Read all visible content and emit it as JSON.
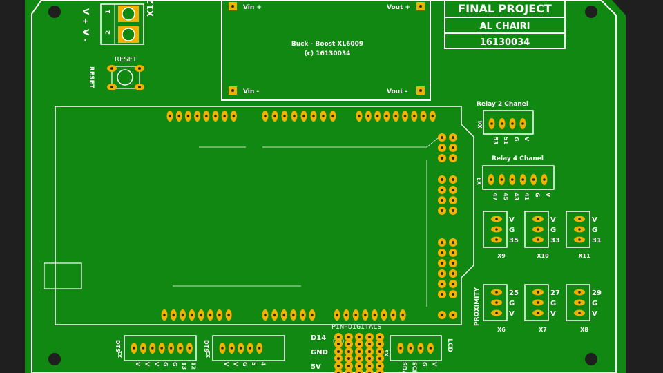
{
  "colors": {
    "board": "#118811",
    "silk": "#ffffff",
    "pad": "#f2b100",
    "background": "#1f1f1f"
  },
  "title_block": {
    "title": "FINAL PROJECT",
    "author": "AL CHAIRI",
    "id": "16130034"
  },
  "buck_boost": {
    "vin_plus": "Vin +",
    "vout_plus": "Vout +",
    "vin_minus": "Vin -",
    "vout_minus": "Vout -",
    "name": "Buck - Boost XL6009",
    "copyright": "(c) 16130034"
  },
  "power_terminal": {
    "ref": "X12",
    "pin1": "1",
    "pin2": "2",
    "label_plus": "V +",
    "label_minus": "V -"
  },
  "reset": {
    "label": "RESET",
    "side_label": "RESET"
  },
  "relay2": {
    "title": "Relay 2 Chanel",
    "ref": "X4",
    "pins": [
      "53",
      "51",
      "G",
      "V"
    ]
  },
  "relay4": {
    "title": "Relay 4 Chanel",
    "ref": "X3",
    "pins": [
      "47",
      "45",
      "43",
      "41",
      "G",
      "V"
    ]
  },
  "sensors_top": [
    {
      "ref": "X9",
      "pins": [
        "V",
        "G",
        "35"
      ]
    },
    {
      "ref": "X10",
      "pins": [
        "V",
        "G",
        "33"
      ]
    },
    {
      "ref": "X11",
      "pins": [
        "V",
        "G",
        "31"
      ]
    }
  ],
  "sensors_bottom": [
    {
      "ref": "X6",
      "pins": [
        "25",
        "G",
        "V"
      ]
    },
    {
      "ref": "X7",
      "pins": [
        "27",
        "G",
        "V"
      ]
    },
    {
      "ref": "X8",
      "pins": [
        "29",
        "G",
        "V"
      ]
    }
  ],
  "proximity_label": "PROXIMITY",
  "dts1": {
    "ref": "X1",
    "label": "DTS",
    "pins": [
      "V",
      "V",
      "V",
      "G",
      "G",
      "13",
      "12"
    ]
  },
  "dts2": {
    "ref": "X2",
    "label": "DTS",
    "pins": [
      "V",
      "V",
      "G",
      "5",
      "4"
    ]
  },
  "digital": {
    "header": "PIN-DIGITALS",
    "rows": [
      "D14",
      "GND",
      "5V"
    ],
    "sub_gnd": "GND"
  },
  "lcd": {
    "ref": "X5",
    "label": "LCD",
    "pins": [
      "SDA",
      "SCL",
      "G",
      "V"
    ]
  }
}
